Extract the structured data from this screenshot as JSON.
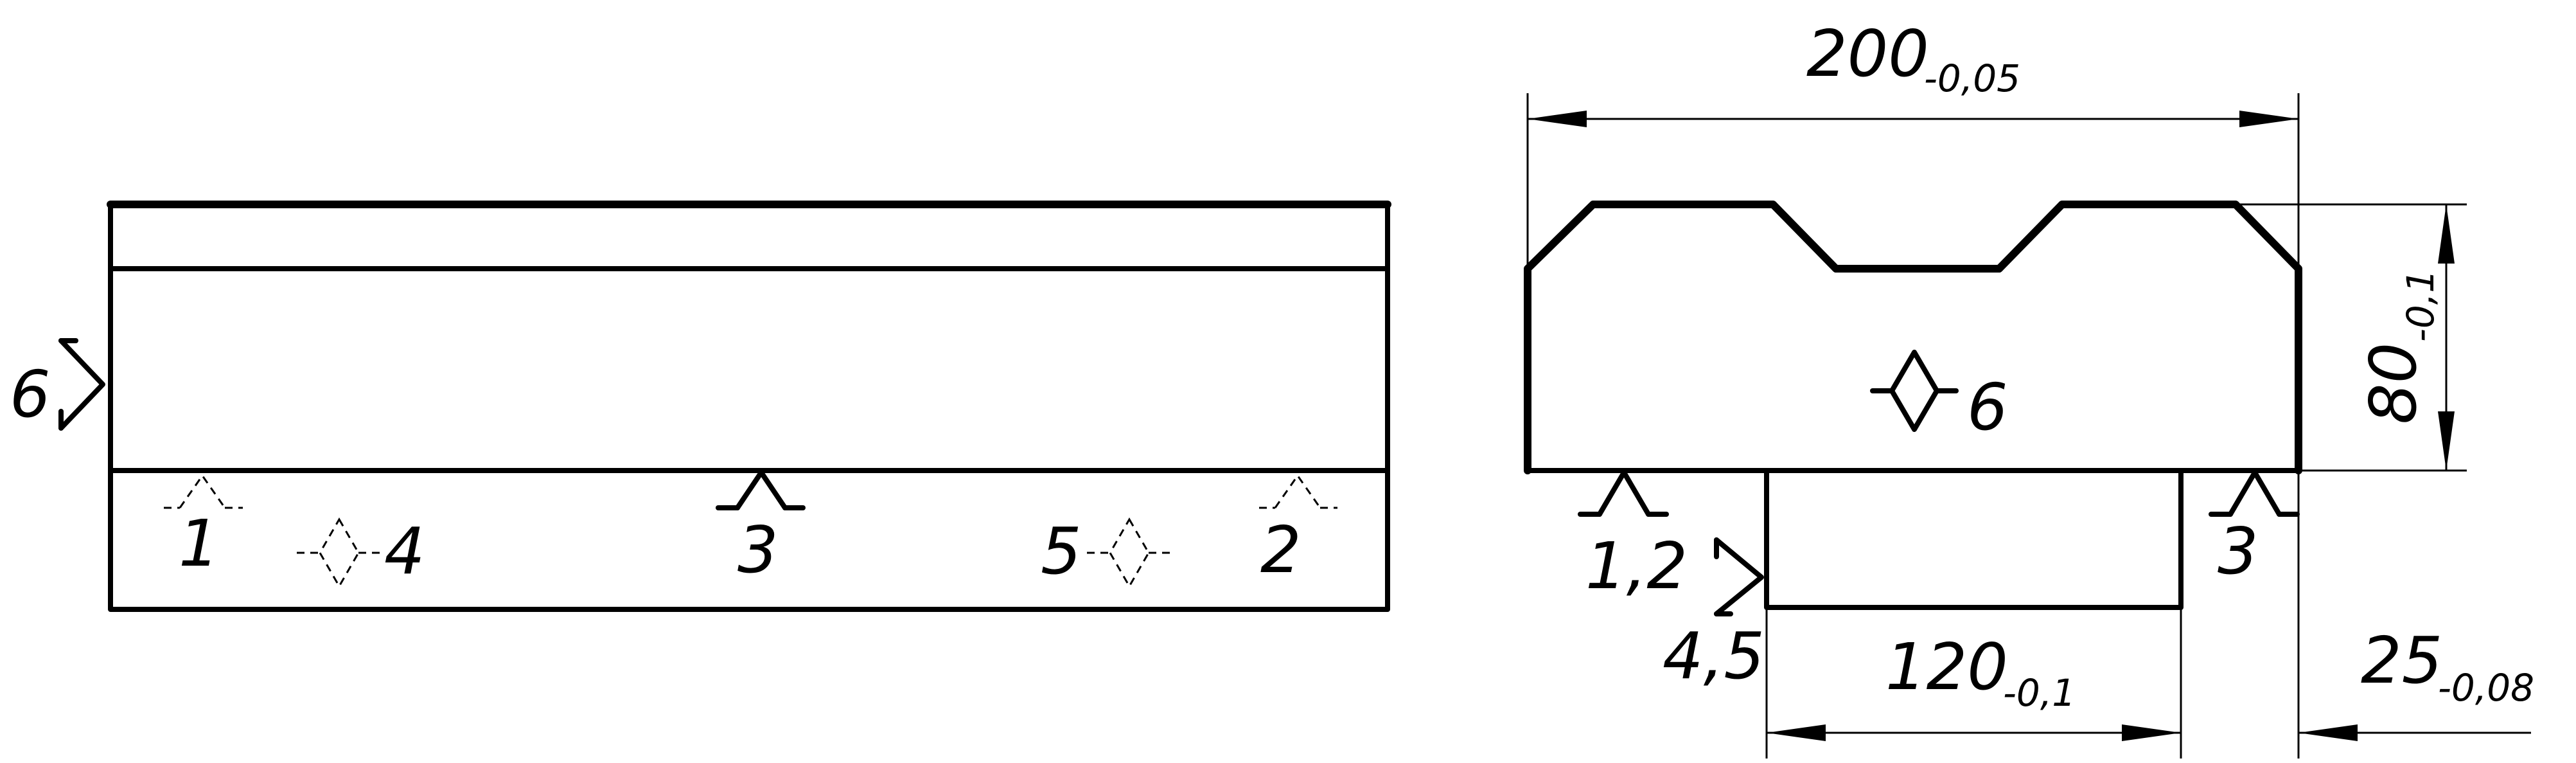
{
  "left_view": {
    "support_labels": {
      "p1": "1",
      "p2": "2",
      "p3": "3",
      "p4": "4",
      "p5": "5",
      "p6": "6"
    }
  },
  "right_view": {
    "support_labels": {
      "p12": "1,2",
      "p3": "3",
      "p45": "4,5",
      "p6": "6"
    },
    "dimensions": {
      "width": {
        "value": "200",
        "tolerance": "-0,05"
      },
      "height": {
        "value": "80",
        "tolerance": "-0,1"
      },
      "base_width": {
        "value": "120",
        "tolerance": "-0,1"
      },
      "offset": {
        "value": "25",
        "tolerance": "-0,08"
      }
    }
  }
}
